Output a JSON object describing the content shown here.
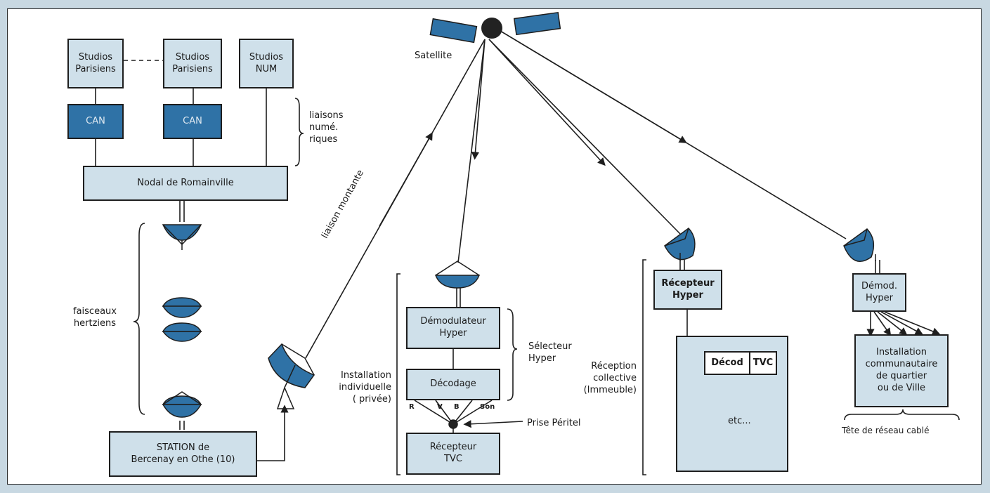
{
  "colors": {
    "dish_blue": "#2f72a6",
    "box_fill": "#cfe0ea",
    "dark_box": "#2f72a6",
    "line": "#1e1e1e"
  },
  "diagram": {
    "satellite_label": "Satellite",
    "uplink_label": "liaison montante",
    "studios": [
      "Studios\nParisiens",
      "Studios\nParisiens",
      "Studios\nNUM"
    ],
    "can": [
      "CAN",
      "CAN"
    ],
    "digital_links_label": "liaisons\nnumé.\nriques",
    "nodal": "Nodal de Romainville",
    "hertz_label": "faisceaux\nhertziens",
    "station": "STATION de\nBercenay en Othe (10)",
    "individual": {
      "install_label": "Installation\nindividuelle\n( privée)",
      "demod": "Démodulateur\nHyper",
      "decodage": "Décodage",
      "selector_label": "Sélecteur\nHyper",
      "signals": [
        "R",
        "V",
        "B",
        "Son"
      ],
      "peritel_label": "Prise Péritel",
      "tvc": "Récepteur\nTVC"
    },
    "collective": {
      "reception_label": "Réception\ncollective\n(Immeuble)",
      "receiver": "Récepteur\nHyper",
      "decod": "Décod",
      "tvc": "TVC",
      "etc": "etc..."
    },
    "cable": {
      "demod": "Démod.\nHyper",
      "install": "Installation\ncommunautaire\nde quartier\nou de Ville",
      "head_label": "Tête de réseau cablé"
    }
  }
}
